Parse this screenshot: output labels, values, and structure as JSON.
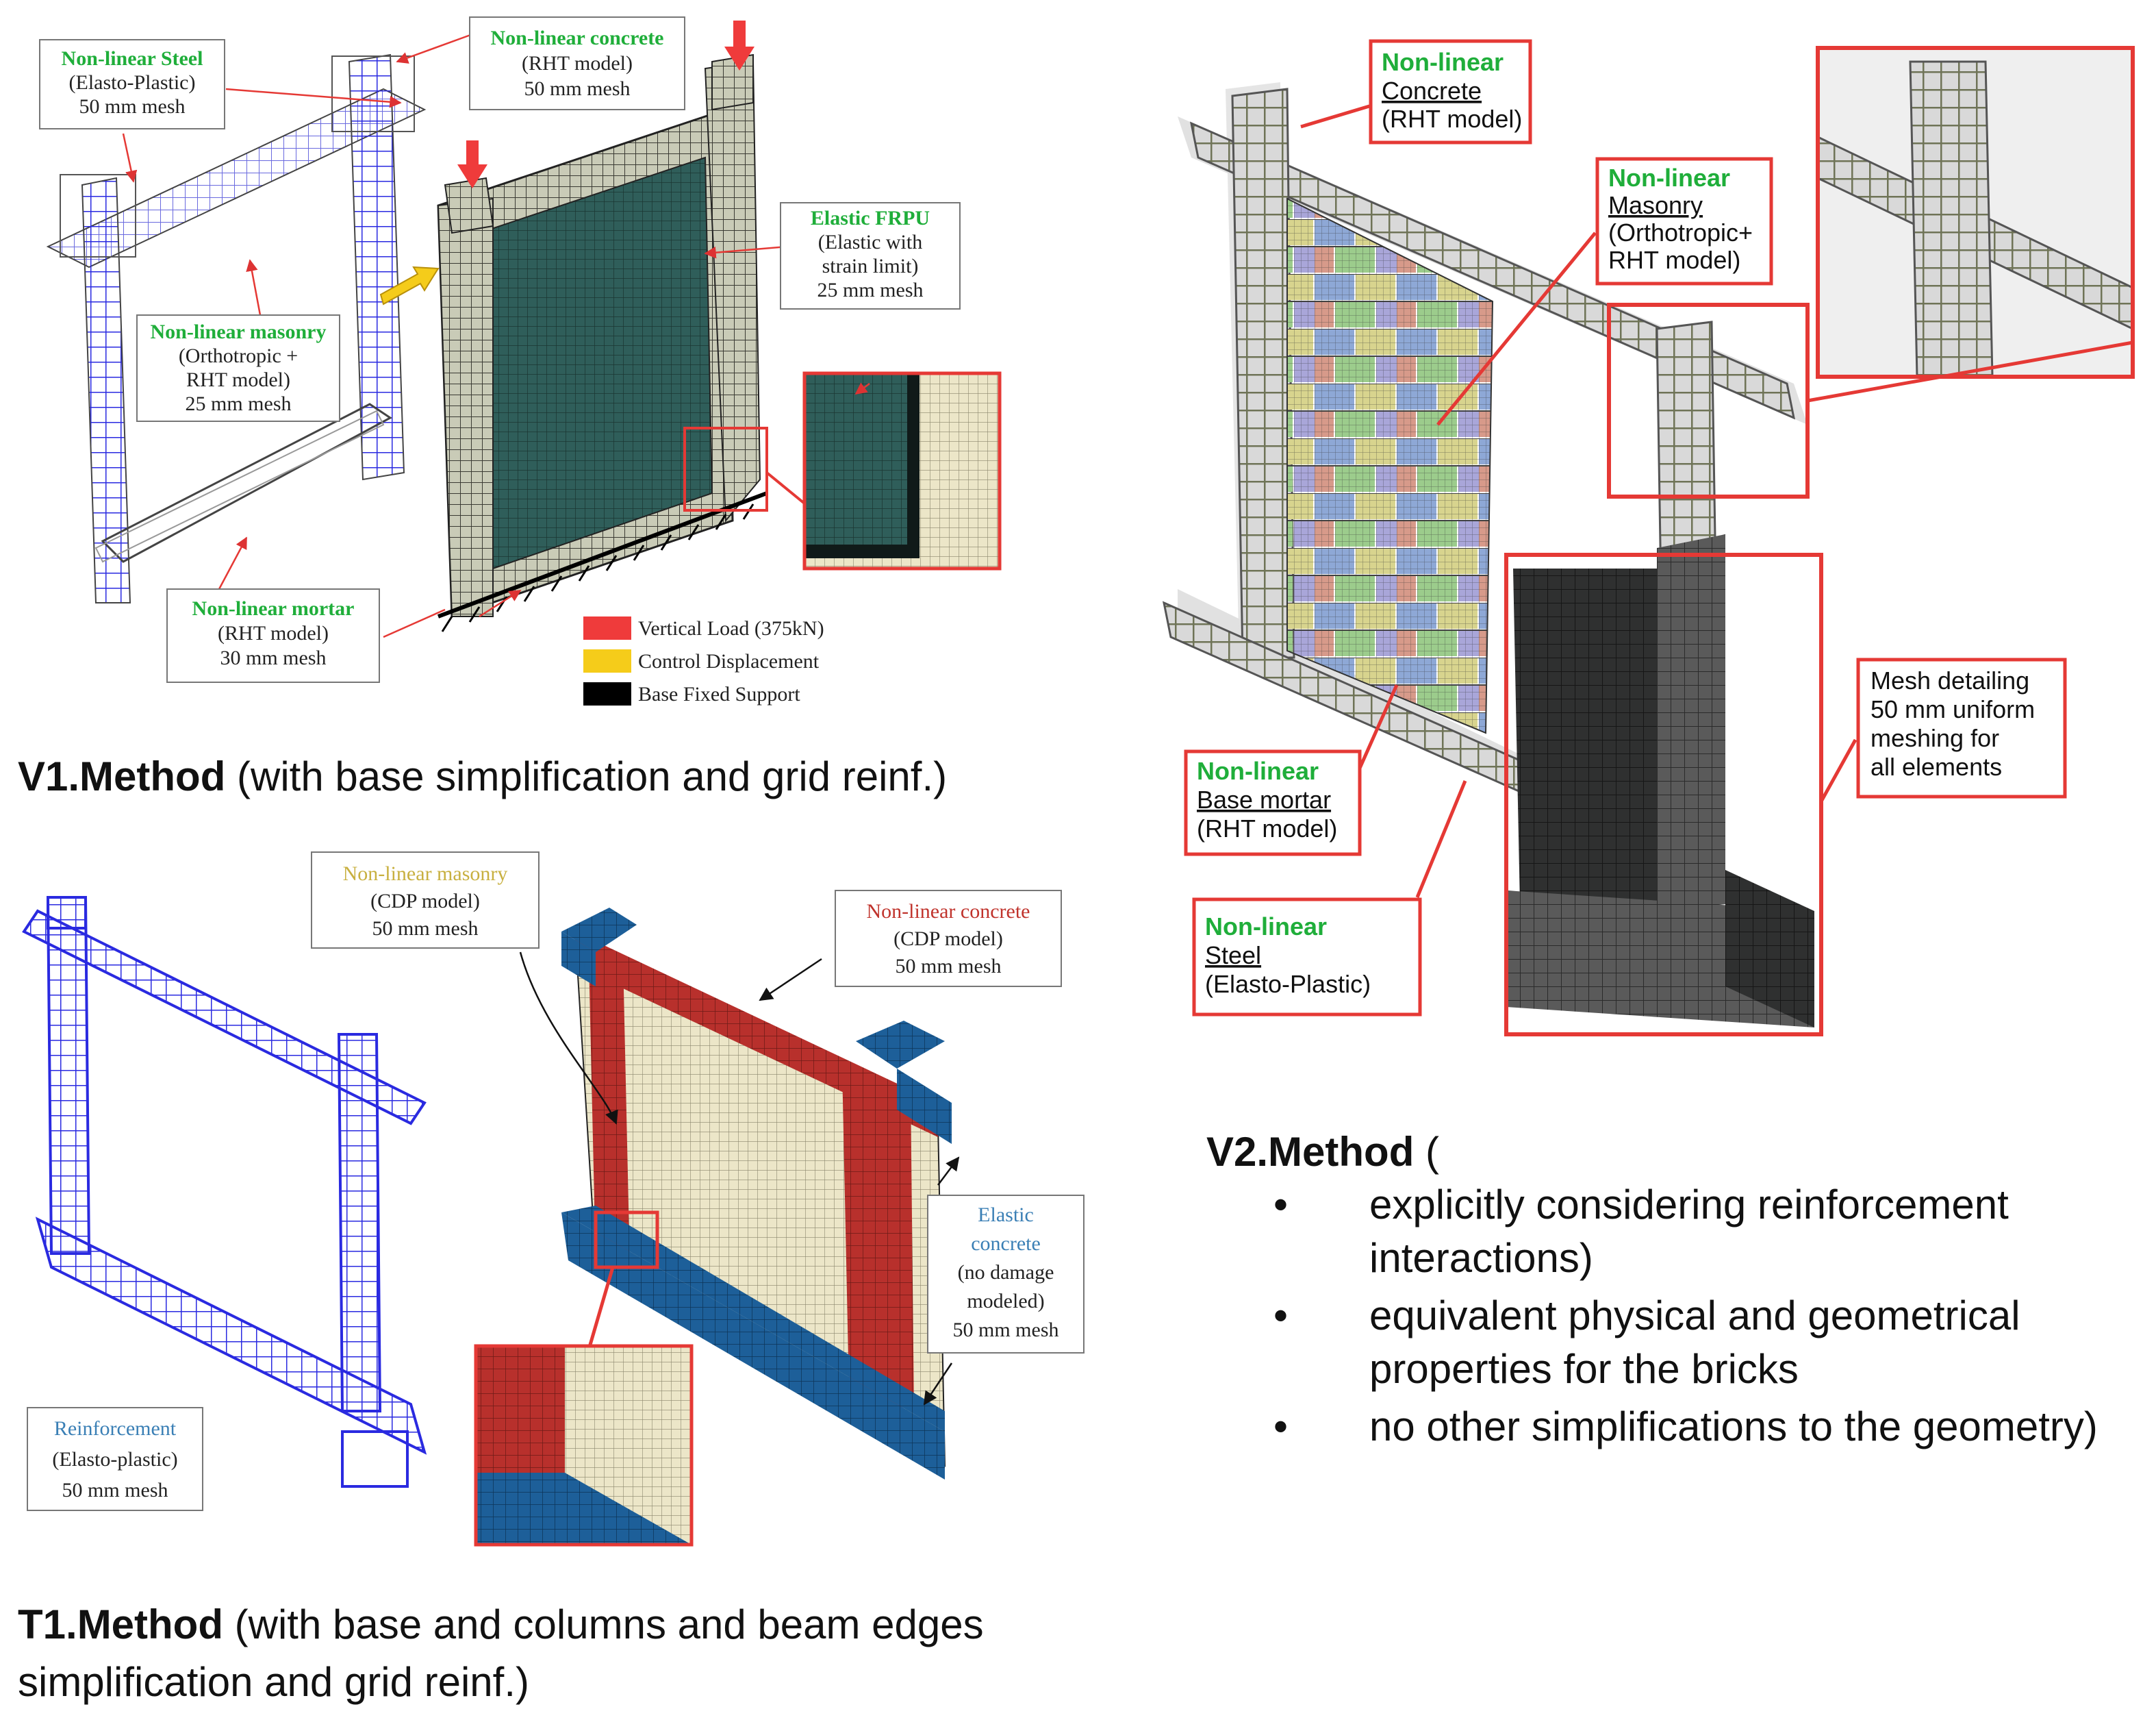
{
  "v1": {
    "heading_bold": "V1.Method",
    "heading_rest": " (with base simplification and grid reinf.)",
    "labels": {
      "steel": {
        "title": "Non-linear Steel",
        "lines": [
          "(Elasto-Plastic)",
          "50 mm mesh"
        ]
      },
      "concrete": {
        "title": "Non-linear concrete",
        "lines": [
          "(RHT model)",
          "50 mm mesh"
        ]
      },
      "frpu": {
        "title": "Elastic FRPU",
        "lines": [
          "(Elastic with",
          "strain limit)",
          "25 mm mesh"
        ]
      },
      "masonry": {
        "title": "Non-linear masonry",
        "lines": [
          "(Orthotropic +",
          "RHT model)",
          "25 mm mesh"
        ]
      },
      "mortar": {
        "title": "Non-linear mortar",
        "lines": [
          "(RHT model)",
          "30 mm mesh"
        ]
      }
    },
    "legend": [
      {
        "label": "Vertical Load (375kN)",
        "color": "#ef3b3b"
      },
      {
        "label": "Control Displacement",
        "color": "#f5cc1a"
      },
      {
        "label": "Base Fixed Support",
        "color": "#000000"
      }
    ]
  },
  "t1": {
    "heading_line1_bold": "T1.Method",
    "heading_line1_rest": " (with base and columns and beam edges",
    "heading_line2": "simplification and grid reinf.)",
    "labels": {
      "masonry": {
        "title": "Non-linear masonry",
        "lines": [
          "(CDP model)",
          "50 mm mesh"
        ]
      },
      "concrete": {
        "title": "Non-linear concrete",
        "lines": [
          "(CDP model)",
          "50 mm mesh"
        ]
      },
      "elastic": {
        "title_line1": "Elastic",
        "title_line2": "concrete",
        "lines": [
          "(no damage",
          "modeled)",
          "50 mm mesh"
        ]
      },
      "reinforcement": {
        "title": "Reinforcement",
        "lines": [
          "(Elasto-plastic)",
          "50 mm mesh"
        ]
      }
    }
  },
  "v2": {
    "heading_bold": "V2.Method",
    "heading_rest": " (",
    "bullets": [
      "explicitly considering reinforcement interactions)",
      "equivalent physical and geometrical properties for the bricks",
      "no other simplifications to the geometry)"
    ],
    "labels": {
      "concrete": {
        "title": "Non-linear",
        "name": "Concrete",
        "lines": [
          "(RHT model)"
        ]
      },
      "masonry": {
        "title": "Non-linear",
        "name": "Masonry",
        "lines": [
          "(Orthotropic+",
          "RHT model)"
        ]
      },
      "base_mortar": {
        "title": "Non-linear",
        "name": "Base mortar",
        "lines": [
          "(RHT model)"
        ]
      },
      "steel": {
        "title": "Non-linear",
        "name": "Steel",
        "lines": [
          "(Elasto-Plastic)"
        ]
      },
      "mesh": {
        "lines": [
          "Mesh detailing",
          "50 mm uniform",
          "meshing for",
          "all elements"
        ]
      }
    }
  },
  "colors": {
    "label_green": "#1fae3a",
    "label_yellow": "#c8b040",
    "label_red": "#c0332c",
    "label_blue": "#3a7fb5",
    "mesh_blue": "#2a2ae0",
    "frame_red": "#b8302c",
    "steel_blue": "#1d5f99",
    "callout_red": "#e53935",
    "grey_mesh": "#8a8a7a"
  }
}
